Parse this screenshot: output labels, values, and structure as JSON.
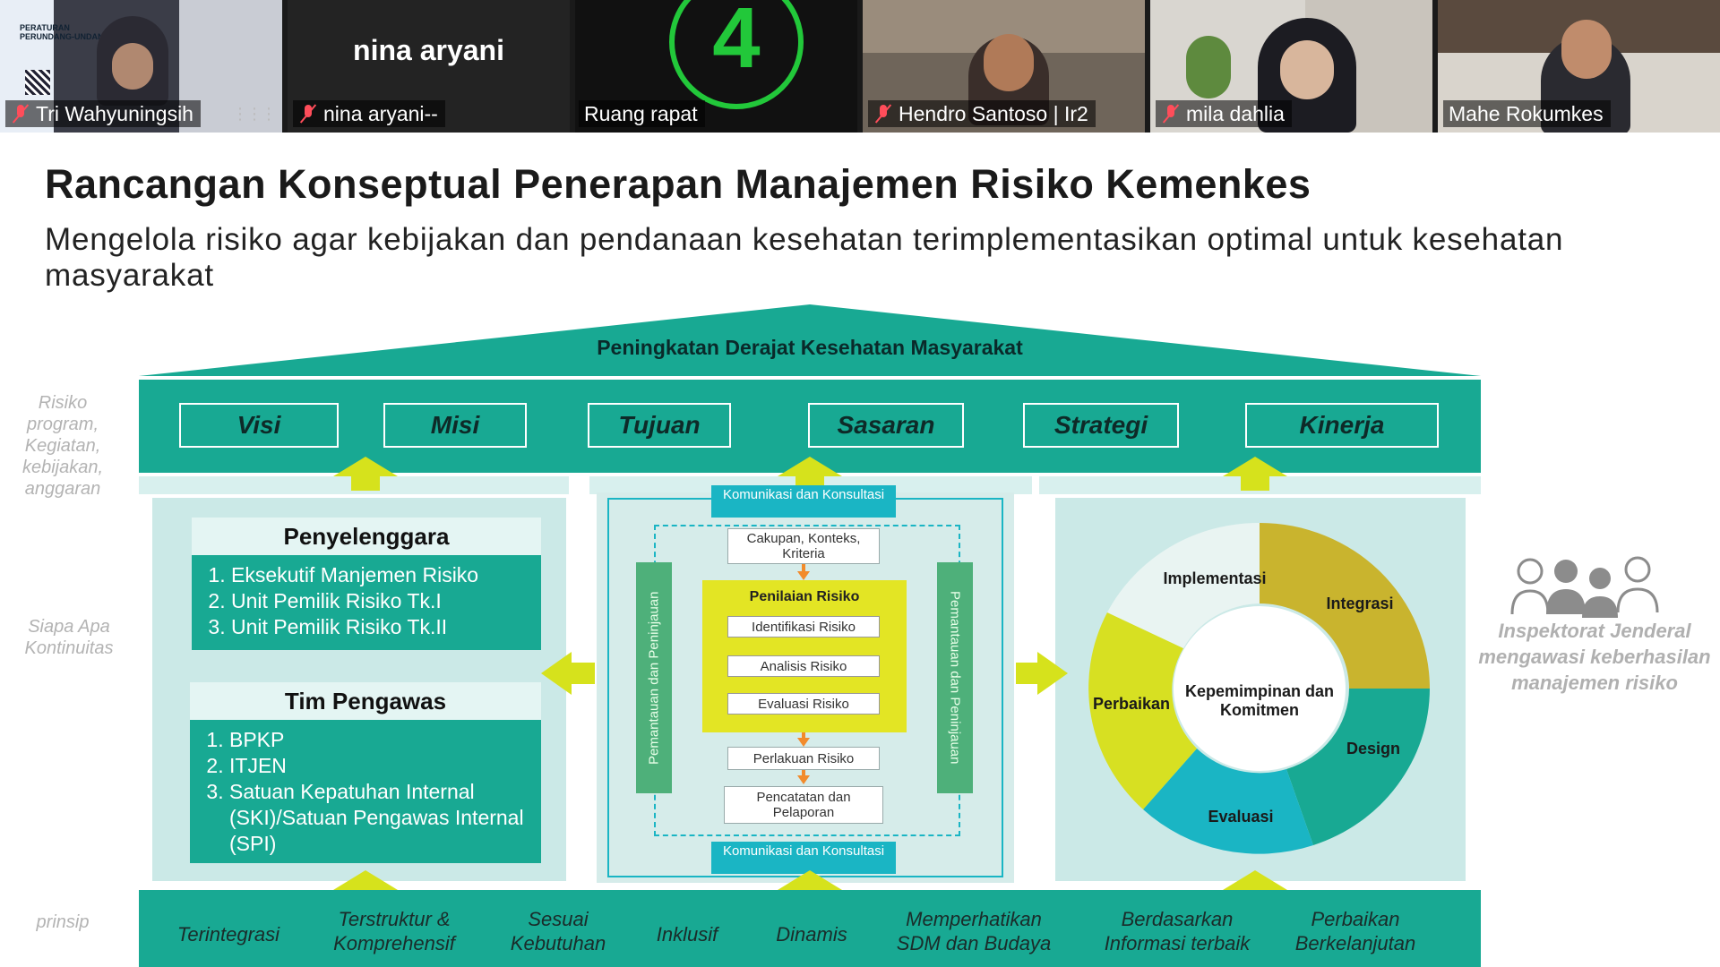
{
  "participants": [
    {
      "name": "Tri Wahyuningsih",
      "muted": true,
      "video": "slide-thumbnail",
      "thumb_text": [
        "PERATURAN",
        "PERUNDANG-UNDANGAN"
      ]
    },
    {
      "name": "nina aryani--",
      "muted": true,
      "display_name": "nina aryani"
    },
    {
      "name": "Ruang rapat",
      "muted": false,
      "speaking": true,
      "badge": "4"
    },
    {
      "name": "Hendro Santoso | Ir2",
      "muted": true
    },
    {
      "name": "mila dahlia",
      "muted": true
    },
    {
      "name": "Mahe Rokumkes",
      "muted": false
    }
  ],
  "slide": {
    "title": "Rancangan Konseptual Penerapan Manajemen Risiko Kemenkes",
    "subtitle": "Mengelola risiko agar kebijakan dan pendanaan kesehatan terimplementasikan optimal untuk kesehatan masyarakat",
    "roof": "Peningkatan Derajat Kesehatan Masyarakat",
    "tabs": [
      "Visi",
      "Misi",
      "Tujuan",
      "Sasaran",
      "Strategi",
      "Kinerja"
    ],
    "side_top": "Risiko program, Kegiatan, kebijakan, anggaran",
    "side_mid": "Siapa Apa Kontinuitas",
    "side_bottom": "prinsip",
    "penyelenggara": {
      "title": "Penyelenggara",
      "items": [
        "Eksekutif Manjemen Risiko",
        "Unit Pemilik Risiko Tk.I",
        "Unit Pemilik Risiko Tk.II"
      ]
    },
    "pengawas": {
      "title": "Tim Pengawas",
      "items": [
        "BPKP",
        "ITJEN",
        "Satuan Kepatuhan Internal (SKI)/Satuan Pengawas Internal (SPI)"
      ]
    },
    "process": {
      "comm_top": "Komunikasi dan Konsultasi",
      "comm_bottom": "Komunikasi dan Konsultasi",
      "scope": "Cakupan, Konteks, Kriteria",
      "assessment": "Penilaian Risiko",
      "identify": "Identifikasi Risiko",
      "analyze": "Analisis Risiko",
      "evaluate": "Evaluasi Risiko",
      "treat": "Perlakuan Risiko",
      "record": "Pencatatan dan Pelaporan",
      "monitor_left": "Pemantauan dan Peninjauan",
      "monitor_right": "Pemantauan dan Peninjauan"
    },
    "cycle": {
      "center": "Kepemimpinan dan Komitmen",
      "implementasi": "Implementasi",
      "integrasi": "Integrasi",
      "design": "Design",
      "evaluasi": "Evaluasi",
      "perbaikan": "Perbaikan"
    },
    "inspektorat": "Inspektorat Jenderal mengawasi keberhasilan manajemen risiko",
    "principles": [
      [
        "Terintegrasi"
      ],
      [
        "Terstruktur &",
        "Komprehensif"
      ],
      [
        "Sesuai",
        "Kebutuhan"
      ],
      [
        "Inklusif"
      ],
      [
        "Dinamis"
      ],
      [
        "Memperhatikan",
        "SDM dan Budaya"
      ],
      [
        "Berdasarkan",
        "Informasi terbaik"
      ],
      [
        "Perbaikan",
        "Berkelanjutan"
      ]
    ]
  },
  "colors": {
    "teal": "#18a993",
    "pale_teal": "#d8f0ee",
    "cyan": "#1ab5c4",
    "yellow": "#e3e524",
    "arrow_yellow": "#d6e21c",
    "green_bar": "#4eb07a",
    "speaker_border": "#7bd14a",
    "muted_red": "#ff4d5a"
  }
}
